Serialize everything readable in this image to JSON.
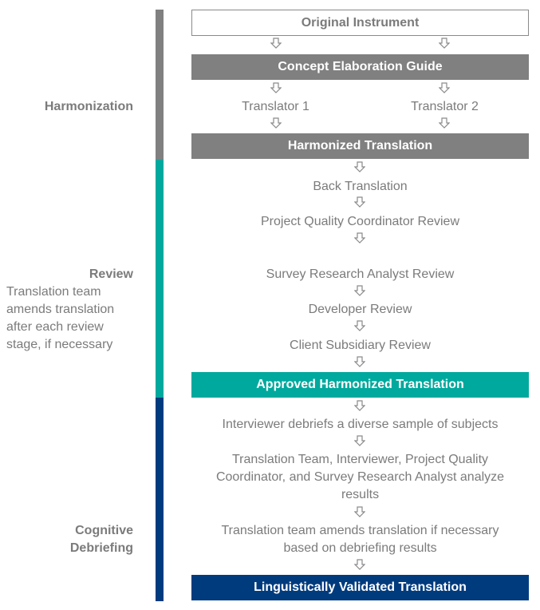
{
  "stages": {
    "harmonization": {
      "label": "Harmonization",
      "color": "#808080"
    },
    "review": {
      "label": "Review",
      "note": "Translation team amends translation after each review stage, if necessary",
      "color": "#00a99d"
    },
    "cognitive": {
      "label_line1": "Cognitive",
      "label_line2": "Debriefing",
      "color": "#003b7e"
    }
  },
  "flow": {
    "original": "Original Instrument",
    "concept_guide": "Concept Elaboration Guide",
    "translator1": "Translator 1",
    "translator2": "Translator 2",
    "harmonized": "Harmonized Translation",
    "back_translation": "Back Translation",
    "pqc_review": "Project Quality Coordinator Review",
    "sra_review": "Survey Research Analyst Review",
    "developer_review": "Developer Review",
    "client_review": "Client Subsidiary Review",
    "approved": "Approved Harmonized Translation",
    "interviewer": "Interviewer debriefs a diverse sample of subjects",
    "team_analyze": "Translation Team, Interviewer, Project Quality Coordinator, and Survey Research Analyst analyze results",
    "amend": "Translation team amends translation if necessary based on debriefing results",
    "final": "Linguistically Validated Translation"
  },
  "icons": {
    "arrow": "down-arrow-icon"
  }
}
